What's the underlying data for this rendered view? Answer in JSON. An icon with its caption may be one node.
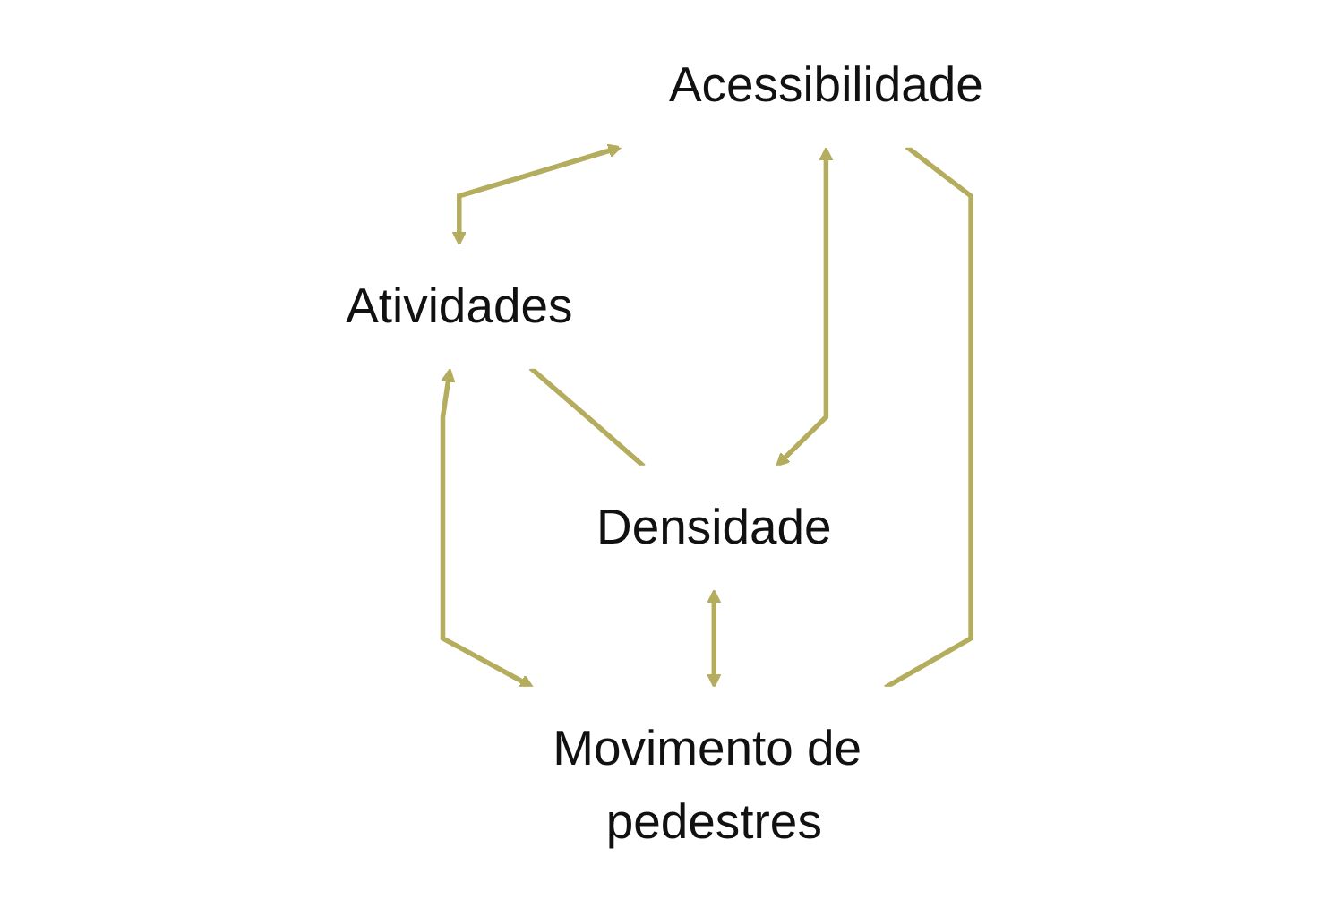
{
  "diagram": {
    "nodes": [
      {
        "text": [
          "Acessibilidade"
        ]
      },
      {
        "text": [
          "Atividades"
        ]
      },
      {
        "text": [
          "Densidade"
        ]
      },
      {
        "text": [
          "Movimento de pedestres"
        ]
      }
    ],
    "edges": [
      {
        "from": 1,
        "to": 0,
        "arrow": "both"
      },
      {
        "from": 0,
        "to": 2,
        "arrow": "both"
      },
      {
        "from": 1,
        "to": 3,
        "arrow": "both"
      },
      {
        "from": 2,
        "to": 3,
        "arrow": "both"
      },
      {
        "from": 0,
        "to": 3,
        "arrow": "none"
      },
      {
        "from": 1,
        "to": 2,
        "arrow": "none"
      }
    ]
  }
}
